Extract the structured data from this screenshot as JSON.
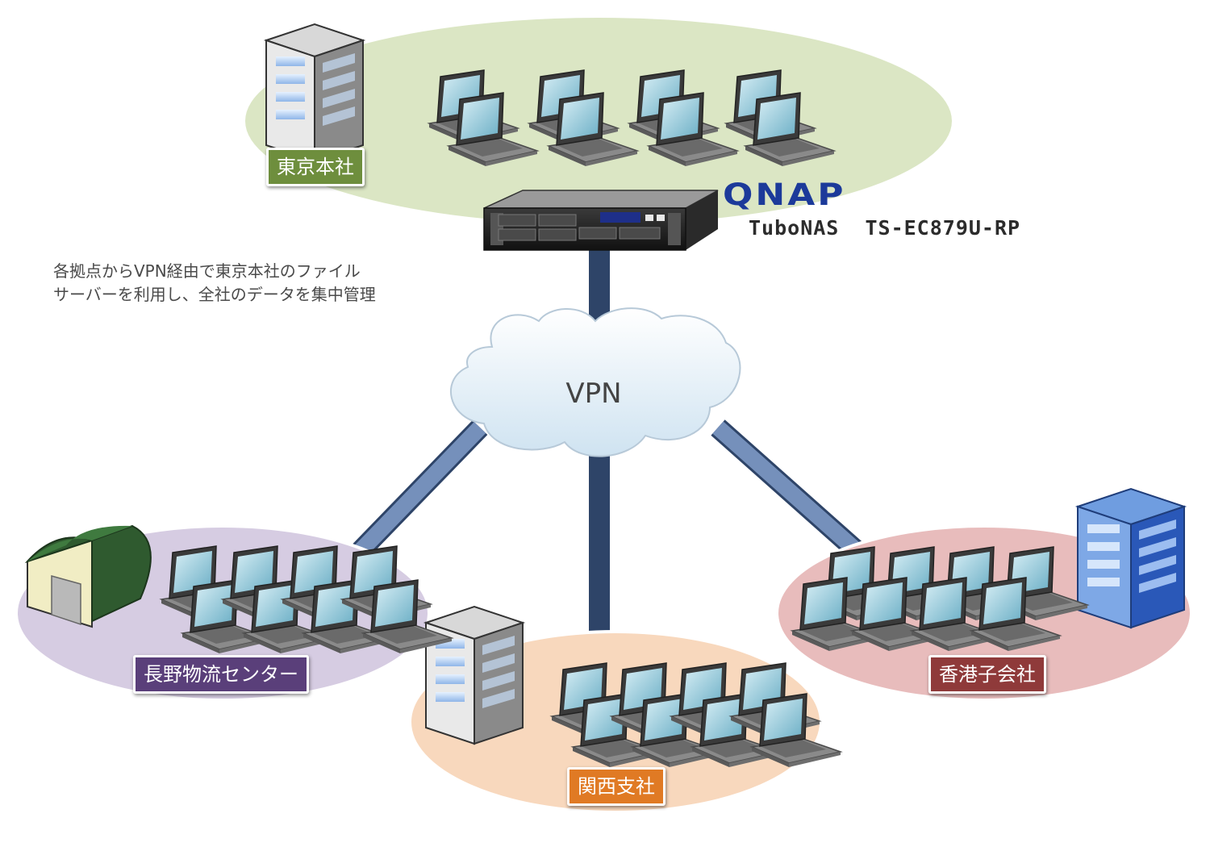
{
  "caption": {
    "line1": "各拠点からVPN経由で東京本社のファイル",
    "line2": "サーバーを利用し、全社のデータを集中管理"
  },
  "nas": {
    "brand": "QNAP",
    "model": "TuboNAS  TS-EC879U-RP",
    "brand_color": "#1c3a9a",
    "icon": "rack-nas-server-icon"
  },
  "network": {
    "label": "VPN",
    "icon": "cloud-icon",
    "link_color": "#5e7aa6"
  },
  "sites": {
    "tokyo": {
      "label": "東京本社",
      "color": "#6e8e3d",
      "fill": "#dbe6c4",
      "building": "office-building-icon",
      "laptops": 8
    },
    "nagano": {
      "label": "長野物流センター",
      "color": "#5a3f7a",
      "fill": "#d6cce2",
      "building": "warehouse-icon",
      "laptops": 8
    },
    "kansai": {
      "label": "関西支社",
      "color": "#e07a24",
      "fill": "#f8d8bd",
      "building": "office-building-icon",
      "laptops": 8
    },
    "hongkong": {
      "label": "香港子会社",
      "color": "#8f3a3a",
      "fill": "#e8bcbc",
      "building": "office-building-icon",
      "laptops": 8
    }
  }
}
